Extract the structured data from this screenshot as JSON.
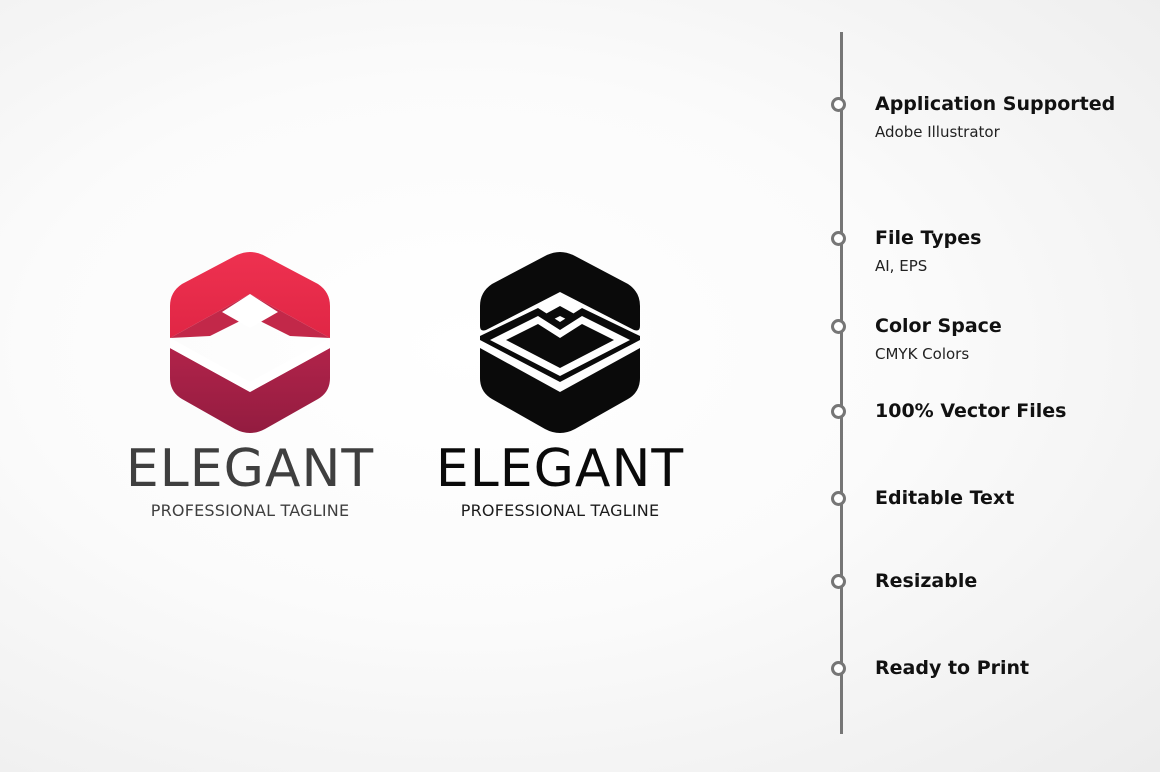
{
  "logos": [
    {
      "variant": "color",
      "wordmark": "ELEGANT",
      "tagline": "PROFESSIONAL TAGLINE",
      "colors": {
        "top": "#ea2a49",
        "top_inner": "#c42a48",
        "bottom": "#a61f47",
        "text": "#3f3f3f"
      }
    },
    {
      "variant": "black",
      "wordmark": "ELEGANT",
      "tagline": "PROFESSIONAL TAGLINE",
      "colors": {
        "shape": "#0a0a0a",
        "text": "#0a0a0a"
      }
    }
  ],
  "features": [
    {
      "title": "Application Supported",
      "sub": "Adobe Illustrator"
    },
    {
      "title": "File Types",
      "sub": "AI, EPS"
    },
    {
      "title": "Color Space",
      "sub": "CMYK Colors"
    },
    {
      "title": "100% Vector Files",
      "sub": ""
    },
    {
      "title": "Editable Text",
      "sub": ""
    },
    {
      "title": "Resizable",
      "sub": ""
    },
    {
      "title": "Ready to Print",
      "sub": ""
    }
  ],
  "timeline_color": "#767676"
}
